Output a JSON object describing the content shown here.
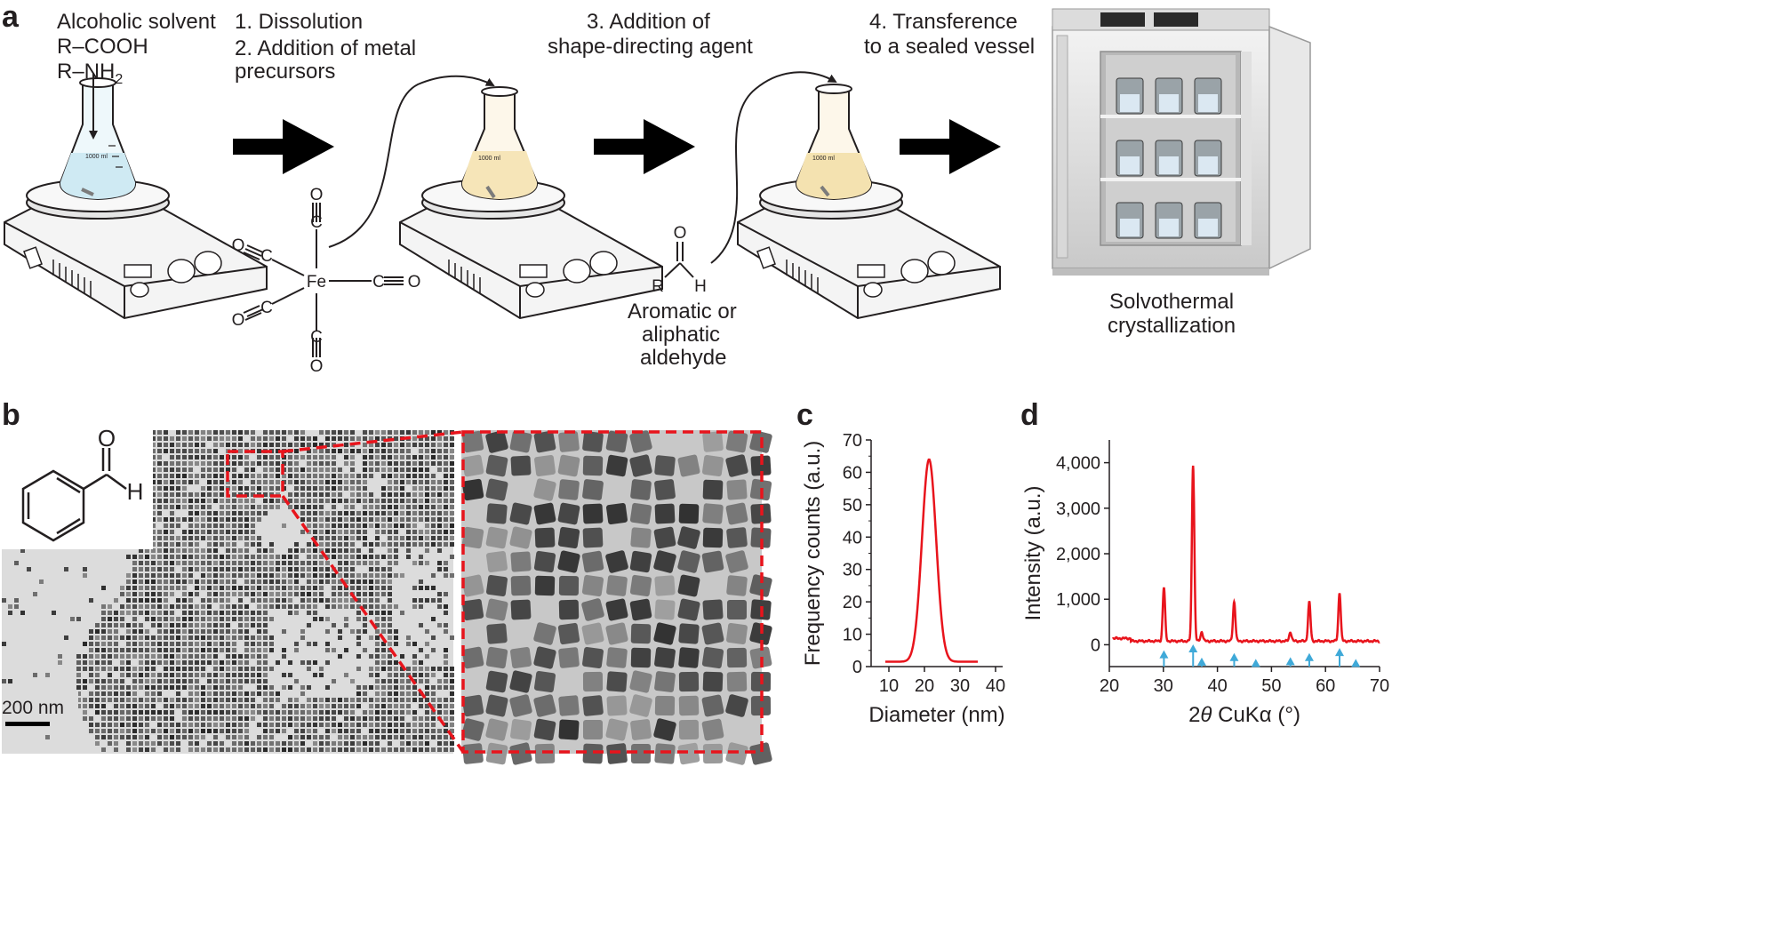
{
  "panels": {
    "a": {
      "letter": "a",
      "step0_line1": "Alcoholic solvent",
      "step0_line2": "R–COOH",
      "step0_line3": "R–NH",
      "step0_sub": "2",
      "step1": "1. Dissolution",
      "step2_line1": "2. Addition of metal",
      "step2_line2": "precursors",
      "step3_line1": "3. Addition of",
      "step3_line2": "shape-directing agent",
      "step4_line1": "4. Transference",
      "step4_line2": "to a sealed vessel",
      "oven_line1": "Solvothermal",
      "oven_line2": "crystallization",
      "aldehyde_line1": "Aromatic or",
      "aldehyde_line2": "aliphatic",
      "aldehyde_line3": "aldehyde",
      "fe_atom": "Fe",
      "co_o": "O",
      "co_c": "C",
      "ald_r": "R",
      "ald_h": "H",
      "ald_o": "O",
      "flask_volume": "1000 ml"
    },
    "b": {
      "letter": "b",
      "scale_bar": "200 nm",
      "benz_o": "O",
      "benz_h": "H"
    },
    "c": {
      "letter": "c"
    },
    "d": {
      "letter": "d"
    }
  },
  "chart_data": [
    {
      "panel": "c",
      "type": "line",
      "xlabel": "Diameter (nm)",
      "ylabel": "Frequency counts (a.u.)",
      "xlim": [
        5,
        42
      ],
      "ylim": [
        0,
        70
      ],
      "xticks": [
        10,
        20,
        30,
        40
      ],
      "yticks": [
        0,
        10,
        20,
        30,
        40,
        50,
        60,
        70
      ],
      "gaussian": {
        "center": 21.3,
        "sigma": 2.0,
        "peak": 62.5,
        "baseline": 1.5,
        "xmin": 9,
        "xmax": 35
      },
      "color": "#e8141c"
    },
    {
      "panel": "d",
      "type": "line",
      "xlabel_prefix": "2",
      "xlabel_theta": "θ",
      "xlabel_suffix": " CuKα (°)",
      "ylabel": "Intensity (a.u.)",
      "xlim": [
        20,
        70
      ],
      "ylim": [
        -480,
        4500
      ],
      "xticks": [
        20,
        30,
        40,
        50,
        60,
        70
      ],
      "yticks": [
        0,
        1000,
        2000,
        3000,
        4000
      ],
      "ytick_labels": [
        "0",
        "1,000",
        "2,000",
        "3,000",
        "4,000"
      ],
      "baseline": 80,
      "peaks": [
        {
          "x": 30.1,
          "height": 1180
        },
        {
          "x": 35.5,
          "height": 3880
        },
        {
          "x": 37.1,
          "height": 200
        },
        {
          "x": 43.1,
          "height": 860
        },
        {
          "x": 53.5,
          "height": 200
        },
        {
          "x": 57.0,
          "height": 860
        },
        {
          "x": 62.6,
          "height": 1070
        }
      ],
      "reference_sticks": [
        {
          "x": 30.1,
          "height": 300
        },
        {
          "x": 35.5,
          "height": 430
        },
        {
          "x": 37.1,
          "height": 140
        },
        {
          "x": 43.1,
          "height": 240
        },
        {
          "x": 47.1,
          "height": 110
        },
        {
          "x": 53.5,
          "height": 150
        },
        {
          "x": 57.0,
          "height": 240
        },
        {
          "x": 62.6,
          "height": 350
        },
        {
          "x": 65.6,
          "height": 110
        }
      ],
      "color": "#e8141c",
      "stick_color": "#3fa9d8"
    }
  ]
}
